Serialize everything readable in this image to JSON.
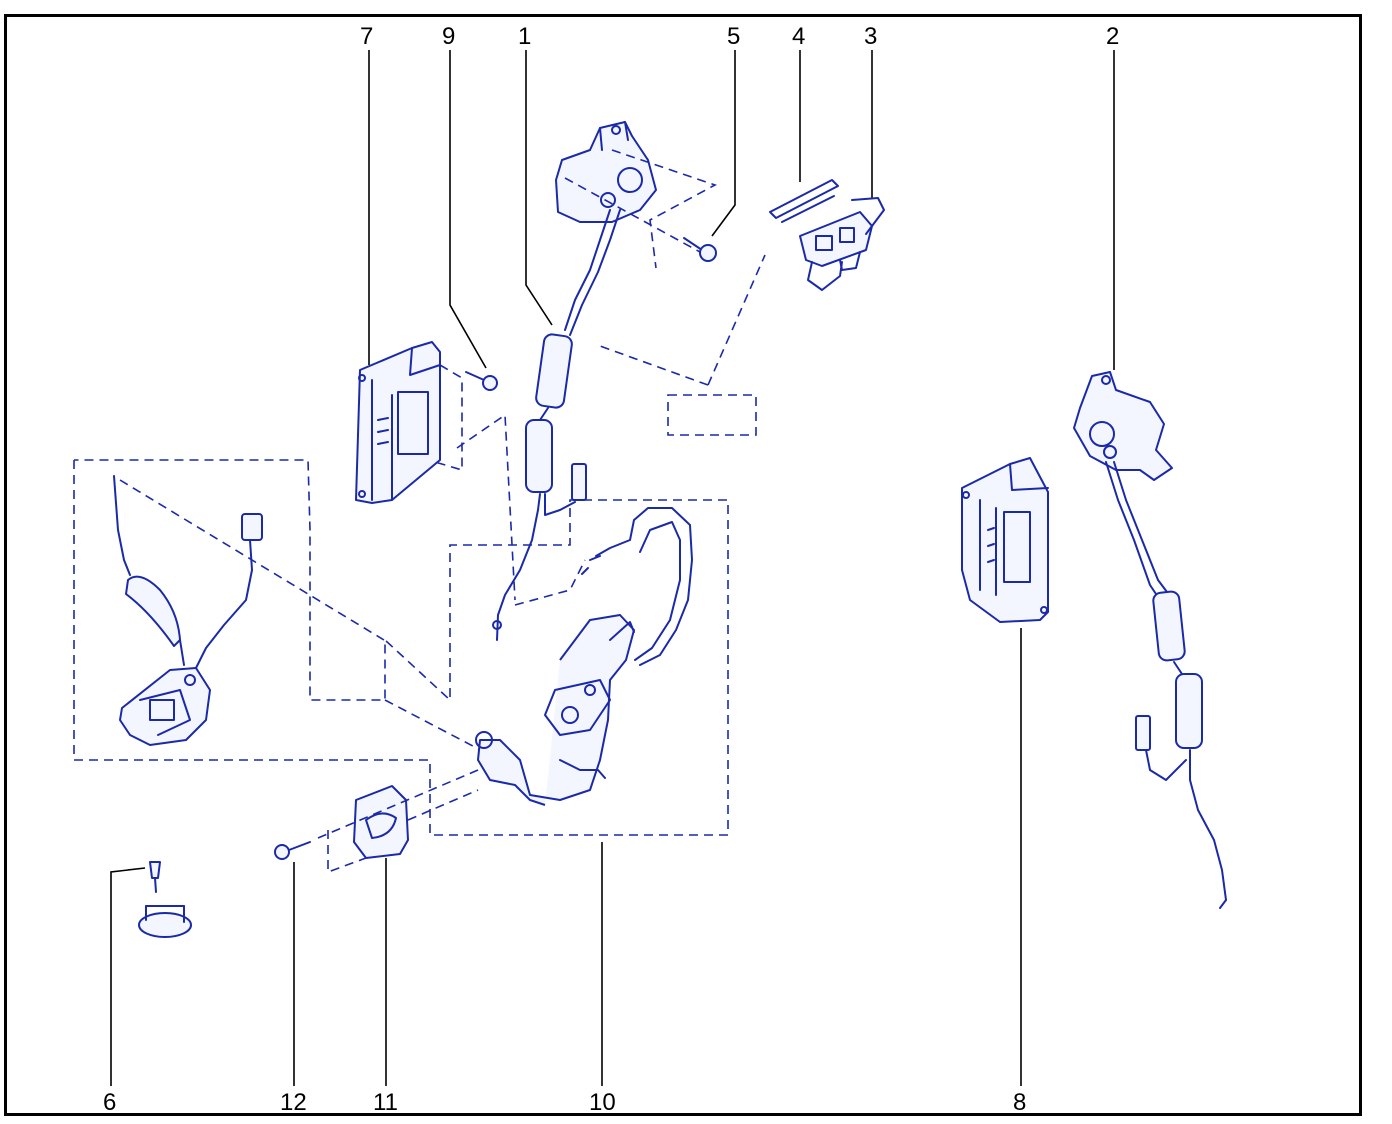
{
  "callouts": {
    "c1": "1",
    "c2": "2",
    "c3": "3",
    "c4": "4",
    "c5": "5",
    "c6": "6",
    "c7": "7",
    "c8": "8",
    "c9": "9",
    "c10": "10",
    "c11": "11",
    "c12": "12"
  },
  "colors": {
    "line_art": "#1a2aa8",
    "callout_text": "#000000",
    "frame": "#000000"
  }
}
